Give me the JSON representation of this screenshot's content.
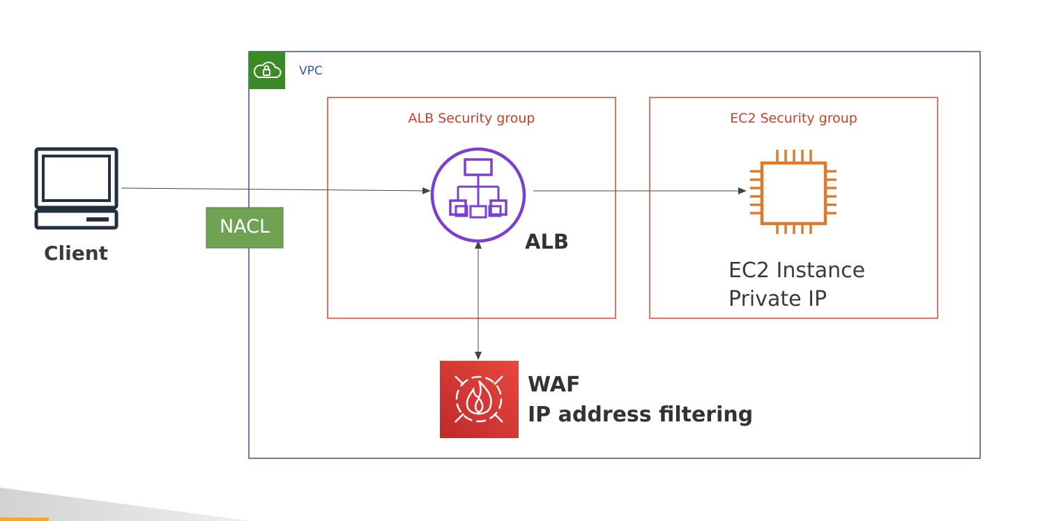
{
  "diagram": {
    "vpc": {
      "label": "VPC"
    },
    "client": {
      "label": "Client"
    },
    "nacl": {
      "label": "NACL"
    },
    "alb_security_group": {
      "label": "ALB Security group"
    },
    "ec2_security_group": {
      "label": "EC2 Security group"
    },
    "alb": {
      "label": "ALB"
    },
    "ec2": {
      "label": "EC2 Instance\nPrivate IP"
    },
    "waf": {
      "title": "WAF",
      "description": "IP address filtering"
    },
    "edges": [
      {
        "from": "client",
        "to": "alb",
        "direction": "forward"
      },
      {
        "from": "alb",
        "to": "ec2",
        "direction": "forward"
      },
      {
        "from": "alb",
        "to": "waf",
        "direction": "both"
      }
    ]
  },
  "colors": {
    "vpc_border": "#3f5f9c",
    "vpc_badge": "#3c8a27",
    "security_group_border": "#d6523c",
    "security_group_text": "#c7402a",
    "nacl_fill": "#6fa353",
    "alb_icon": "#7b3fd1",
    "ec2_icon": "#e07a2b",
    "waf_icon": "#d93a34",
    "text_dark": "#333333",
    "footer_accent": "#f3a734"
  },
  "icons": {
    "vpc": "cloud-lock-icon",
    "client": "desktop-computer-icon",
    "alb": "load-balancer-icon",
    "ec2": "chip-icon",
    "waf": "firewall-flame-icon"
  }
}
